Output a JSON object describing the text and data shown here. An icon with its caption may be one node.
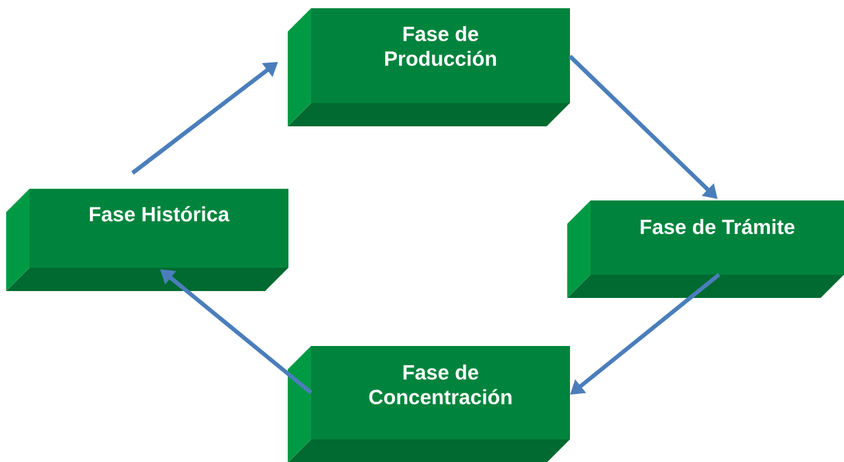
{
  "diagram": {
    "nodes": [
      {
        "text": [
          "Fase de Producción"
        ]
      },
      {
        "text": [
          "Fase Histórica"
        ]
      },
      {
        "text": [
          "Fase de Trámite"
        ]
      },
      {
        "text": [
          "Fase de Concentración"
        ]
      }
    ],
    "edges": [
      {
        "from": 1,
        "to": 0,
        "arrow": "to"
      },
      {
        "from": 0,
        "to": 2,
        "arrow": "to"
      },
      {
        "from": 2,
        "to": 3,
        "arrow": "to"
      },
      {
        "from": 3,
        "to": 1,
        "arrow": "to"
      }
    ]
  }
}
